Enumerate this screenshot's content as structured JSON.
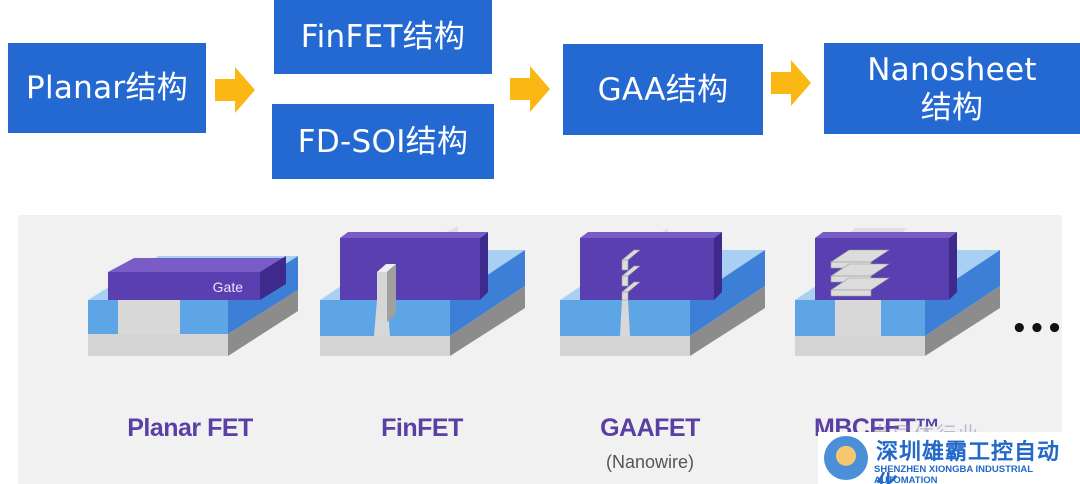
{
  "flow": {
    "boxes": [
      {
        "id": "planar",
        "label": "Planar结构"
      },
      {
        "id": "finfet",
        "label": "FinFET结构"
      },
      {
        "id": "fdsoi",
        "label": "FD-SOI结构"
      },
      {
        "id": "gaa",
        "label": "GAA结构"
      },
      {
        "id": "nanosheet",
        "label_line1": "Nanosheet",
        "label_line2": "结构"
      }
    ],
    "arrow_icon": "right-arrow-icon",
    "colors": {
      "box": "#2469d2",
      "arrow": "#fbb814",
      "text": "#ffffff"
    }
  },
  "devices": {
    "gate_label": "Gate",
    "items": [
      {
        "name": "Planar FET",
        "subtitle": ""
      },
      {
        "name": "FinFET",
        "subtitle": ""
      },
      {
        "name": "GAAFET",
        "subtitle": "(Nanowire)"
      },
      {
        "name": "MBCFET™",
        "subtitle": ""
      }
    ],
    "more": "•••",
    "colors": {
      "gate": "#5a3fb0",
      "oxide": "#5ea5e6",
      "substrate": "#d4d4d4",
      "caption": "#5a3fa4",
      "panel": "#f1f1f1"
    }
  },
  "watermark": {
    "title": "深圳雄霸工控自动化",
    "subtitle": "SHENZHEN XIONGBA INDUSTRIAL AUTOMATION",
    "faint_text": "半导体行业"
  }
}
